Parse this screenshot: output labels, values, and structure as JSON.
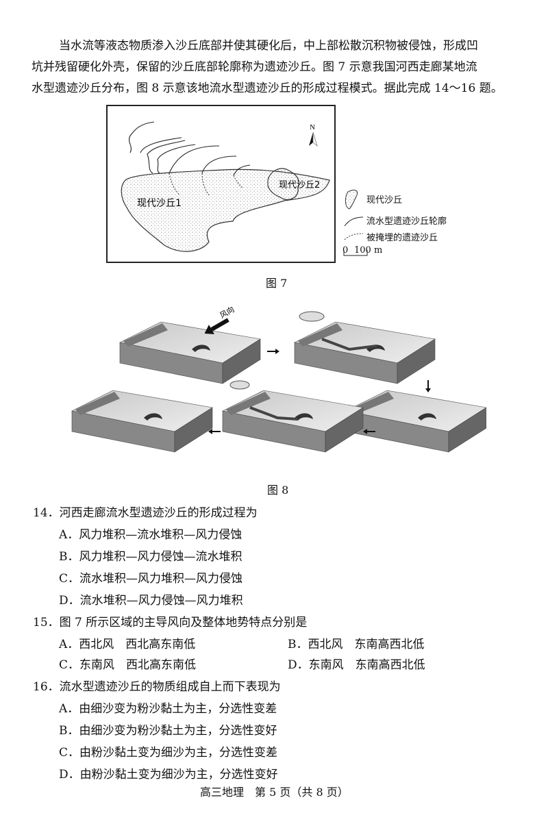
{
  "intro": [
    "当水流等液态物质渗入沙丘底部并使其硬化后，中上部松散沉积物被侵蚀，形成凹",
    "坑并残留硬化外壳，保留的沙丘底部轮廓称为遗迹沙丘。图 7 示意我国河西走廊某地流",
    "水型遗迹沙丘分布，图 8 示意该地流水型遗迹沙丘的形成过程模式。据此完成 14～16 题。"
  ],
  "figure7": {
    "north": "N",
    "dune1": "现代沙丘1",
    "dune2": "现代沙丘2",
    "legend": [
      "现代沙丘",
      "流水型遗迹沙丘轮廓",
      "被掩埋的遗迹沙丘"
    ],
    "scale_zero": "0",
    "scale_label": "100 m",
    "caption": "图 7"
  },
  "figure8": {
    "wind_label": "风向",
    "caption": "图 8"
  },
  "questions": [
    {
      "stem": "14．河西走廊流水型遗迹沙丘的形成过程为",
      "options": [
        "A．风力堆积—流水堆积—风力侵蚀",
        "B．风力堆积—风力侵蚀—流水堆积",
        "C．流水堆积—风力堆积—风力侵蚀",
        "D．流水堆积—风力侵蚀—风力堆积"
      ]
    },
    {
      "stem": "15．图 7 所示区域的主导风向及整体地势特点分别是",
      "options": [
        "A．西北风　西北高东南低",
        "B．西北风　东南高西北低",
        "C．东南风　西北高东南低",
        "D．东南风　东南高西北低"
      ]
    },
    {
      "stem": "16．流水型遗迹沙丘的物质组成自上而下表现为",
      "options": [
        "A．由细沙变为粉沙黏土为主，分选性变差",
        "B．由细沙变为粉沙黏土为主，分选性变好",
        "C．由粉沙黏土变为细沙为主，分选性变差",
        "D．由粉沙黏土变为细沙为主，分选性变好"
      ]
    }
  ],
  "footer": "高三地理　第 5 页（共 8 页）"
}
